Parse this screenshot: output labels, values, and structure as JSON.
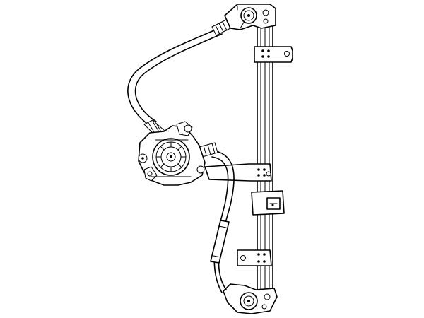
{
  "diagram": {
    "subject": "window-regulator-with-motor",
    "line_color": "#000000",
    "background": "#ffffff",
    "components": [
      "guide-rail",
      "top-pulley-bracket",
      "bottom-pulley-bracket",
      "mounting-bracket-upper",
      "mounting-bracket-middle",
      "mounting-bracket-lower",
      "glass-carrier-slider",
      "drive-motor",
      "upper-cable",
      "lower-cable"
    ]
  }
}
